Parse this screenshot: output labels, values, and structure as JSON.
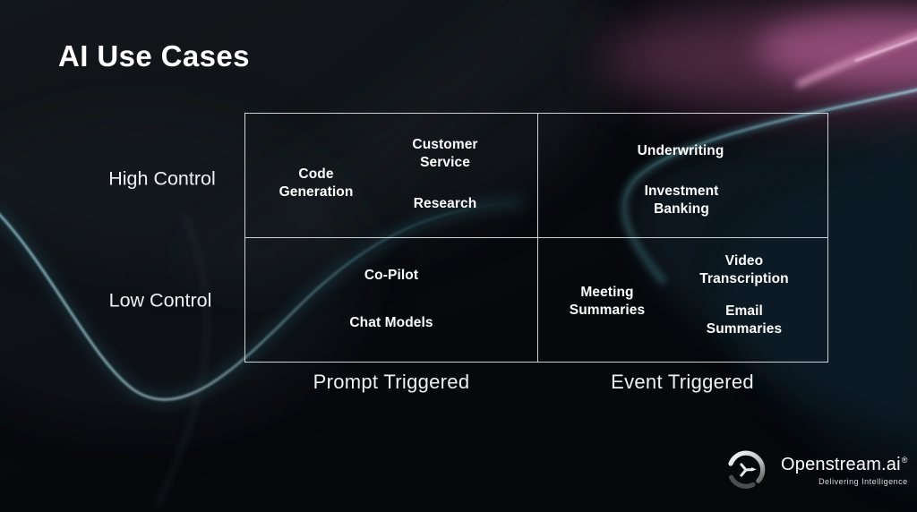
{
  "slide": {
    "title": "AI Use Cases"
  },
  "matrix": {
    "row_labels": [
      "High Control",
      "Low Control"
    ],
    "column_labels": [
      "Prompt Triggered",
      "Event Triggered"
    ],
    "cells": [
      {
        "id": "high-control-prompt-triggered",
        "items": [
          "Code Generation",
          "Customer Service",
          "Research"
        ]
      },
      {
        "id": "high-control-event-triggered",
        "items": [
          "Underwriting",
          "Investment Banking"
        ]
      },
      {
        "id": "low-control-prompt-triggered",
        "items": [
          "Co-Pilot",
          "Chat Models"
        ]
      },
      {
        "id": "low-control-event-triggered",
        "items": [
          "Meeting Summaries",
          "Video Transcription",
          "Email Summaries"
        ]
      }
    ]
  },
  "logo": {
    "brand": "Openstream.ai",
    "registered_mark": "®",
    "tagline": "Delivering Intelligence"
  },
  "colors": {
    "background": "#07090c",
    "grid_line": "#dfe3e6",
    "text": "#ffffff",
    "accent_pink": "#c566a0",
    "accent_cyan": "#8fd8e8"
  }
}
